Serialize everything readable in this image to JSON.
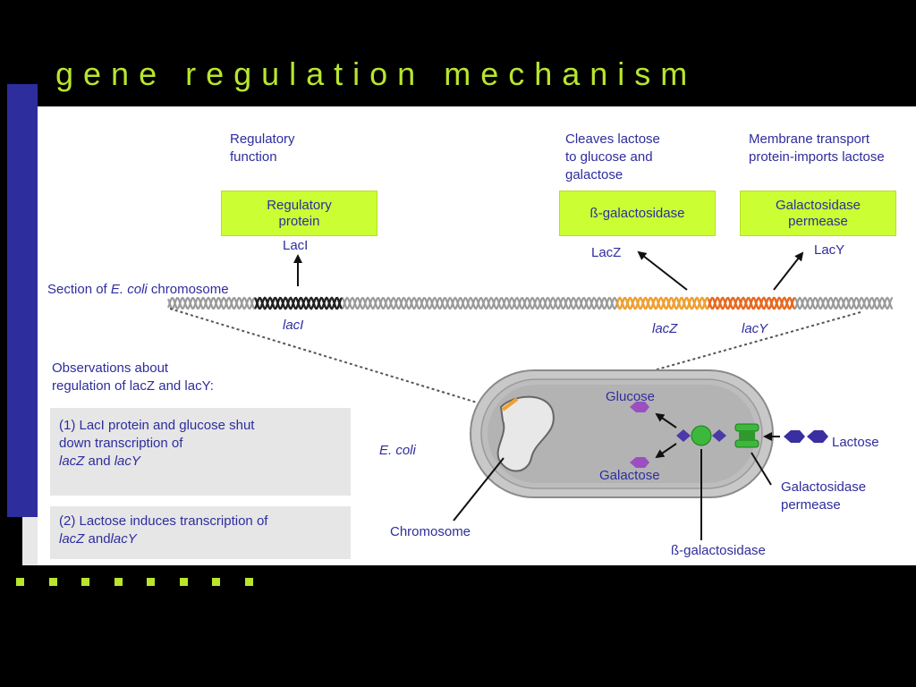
{
  "title": "gene regulation mechanism",
  "colors": {
    "accent": "#b8e62e",
    "label": "#2e2d9e",
    "protein_box": "#ccff33",
    "lacZ_dna": "#f0a030",
    "lacY_dna": "#e86a20",
    "sugar": "#7a3fa8",
    "permease": "#3cb83c",
    "enzyme": "#3cb83c"
  },
  "top": {
    "regulatory_function": [
      "Regulatory",
      "function"
    ],
    "cleaves": [
      "Cleaves lactose",
      "to glucose and",
      "galactose"
    ],
    "membrane": [
      "Membrane transport",
      "protein-imports lactose"
    ]
  },
  "boxes": {
    "regulatory_protein": [
      "Regulatory",
      "protein"
    ],
    "beta_galactosidase": "ß-galactosidase",
    "permease": [
      "Galactosidase",
      "permease"
    ]
  },
  "proteins": {
    "lacI": "LacI",
    "lacZ": "LacZ",
    "lacY": "LacY"
  },
  "chromosome": {
    "label_prefix": "Section of ",
    "label_species": "E. coli",
    "label_suffix": " chromosome"
  },
  "genes": {
    "lacI": "lacI",
    "lacZ": "lacZ",
    "lacY": "lacY"
  },
  "observations": {
    "heading": [
      "Observations about",
      "regulation of lacZ and lacY:"
    ],
    "obs1_line1": "(1) LacI protein and glucose shut",
    "obs1_line2": "down transcription of",
    "obs1_gene1": "lacZ",
    "obs1_and": " and ",
    "obs1_gene2": "lacY",
    "obs2_line1": "(2) Lactose induces transcription of",
    "obs2_gene1": "lacZ",
    "obs2_and": " and",
    "obs2_gene2": "lacY"
  },
  "cell": {
    "ecoli": "E. coli",
    "glucose": "Glucose",
    "galactose": "Galactose",
    "lactose": "Lactose",
    "permease": [
      "Galactosidase",
      "permease"
    ],
    "chromosome": "Chromosome",
    "beta_gal": "ß-galactosidase"
  },
  "bullets_count": 8
}
